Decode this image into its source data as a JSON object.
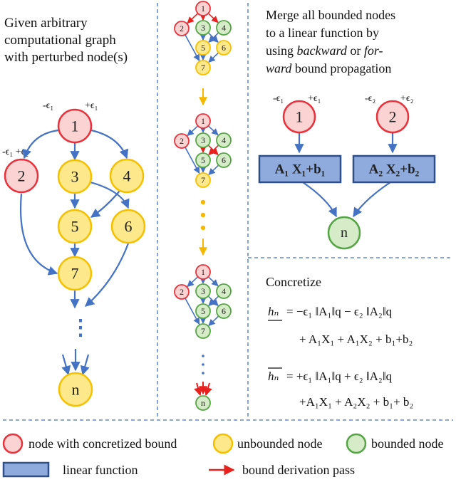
{
  "left_panel": {
    "caption": [
      "Given arbitrary",
      "computational graph",
      "with perturbed node(s)"
    ],
    "eps_labels": [
      "-ϵ₁",
      "+ϵ₁",
      "-ϵ₁ +ϵ₂"
    ],
    "nodes": [
      "1",
      "2",
      "3",
      "4",
      "5",
      "6",
      "7",
      "n"
    ],
    "dots": "⋮"
  },
  "middle_panel": {
    "node_labels": [
      "1",
      "2",
      "3",
      "4",
      "5",
      "6",
      "7",
      "n"
    ]
  },
  "right_panel": {
    "caption_parts": [
      "Merge all bounded nodes",
      "to a linear function by",
      "using ",
      "backward",
      " or ",
      "for-",
      "ward",
      " bound propagation"
    ],
    "eps_left": [
      "-ϵ₁",
      "+ϵ₁"
    ],
    "eps_right": [
      "-ϵ₂",
      "+ϵ₂"
    ],
    "node_1": "1",
    "node_2": "2",
    "node_n": "n",
    "box_1": "A₁ X₁+b₁",
    "box_2": "A₂ X₂+b₂",
    "concretize_title": "Concretize",
    "lower_bound": {
      "lhs": "hₙ",
      "line1": "= −ϵ₁ ‖A₁‖q − ϵ₂ ‖A₂‖q",
      "line2": "+ A₁X₁ + A₁X₂ + b₁+b₂"
    },
    "upper_bound": {
      "lhs": "hₙ",
      "line1": "= +ϵ₁ ‖A₁‖q + ϵ₂ ‖A₂‖q",
      "line2": "+A₁X₁ + A₂X₂ + b₁+ b₂"
    }
  },
  "legend": {
    "concretized": "node with concretized bound",
    "unbounded": "unbounded node",
    "bounded": "bounded node",
    "linear": "linear function",
    "pass": "bound derivation pass"
  },
  "colors": {
    "red_stroke": "#e8323c",
    "red_fill": "#fbd3d3",
    "yellow_stroke": "#f5c000",
    "yellow_fill": "#fde98c",
    "green_stroke": "#55a544",
    "green_fill": "#d6ecc9",
    "blue": "#4472c4",
    "box_fill": "#8faadc",
    "box_stroke": "#2f4f88",
    "arrow_gold": "#f5b800",
    "dashed": "#4472c4",
    "red_arrow": "#e8201e"
  }
}
